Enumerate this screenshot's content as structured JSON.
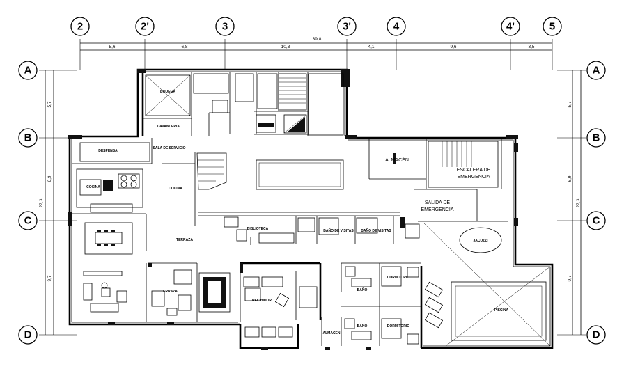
{
  "axes_top": [
    "2",
    "2'",
    "3",
    "3'",
    "4",
    "4'",
    "5"
  ],
  "axes_side": [
    "A",
    "B",
    "C",
    "D"
  ],
  "dims_top": {
    "total": "39,8",
    "spans": [
      "5,6",
      "6,8",
      "10,3",
      "4,1",
      "9,6",
      "3,5"
    ]
  },
  "dims_left": {
    "total": "22,3",
    "spans": [
      "5,7",
      "6,9",
      "9,7"
    ]
  },
  "dims_right": {
    "total": "22,3",
    "spans": [
      "5,7",
      "6,9",
      "9,7"
    ]
  },
  "rooms": {
    "bodega": "BODEGA",
    "lavanderia": "LAVANDERIA",
    "despensa": "DESPENSA",
    "sala_servicio": "SALA DE SERVICIO",
    "cocina": "COCINA",
    "almacen": "ALMACÉN",
    "escalera_line1": "ESCALERA DE",
    "escalera_line2": "EMERGENCIA",
    "salida_line1": "SALIDA DE",
    "salida_line2": "EMERGENCIA",
    "biblioteca": "BIBLIOTECA",
    "bano_visitas": "BAÑO DE VISITAS",
    "jacuzzi": "JACUZZI",
    "piscina": "PISCINA",
    "terraza": "TERRAZA",
    "recibidor": "RECIBIDOR",
    "almacen2": "ALMACÉN",
    "dormitorio": "DORMITORIO",
    "bano": "BAÑO"
  }
}
